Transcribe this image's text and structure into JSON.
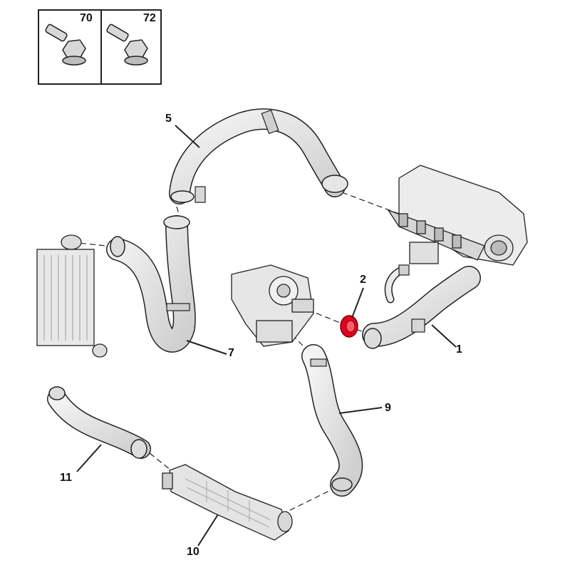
{
  "diagram": {
    "inset_parts": [
      {
        "number": "70",
        "icon": "bolt-icon"
      },
      {
        "number": "72",
        "icon": "bolt-icon"
      }
    ],
    "callouts": [
      "1",
      "2",
      "5",
      "7",
      "9",
      "10",
      "11"
    ],
    "colors": {
      "line": "#222222",
      "part_fill": "#e6e6e6",
      "part_shade": "#c9c9c9",
      "highlight": "#e3001b"
    }
  }
}
